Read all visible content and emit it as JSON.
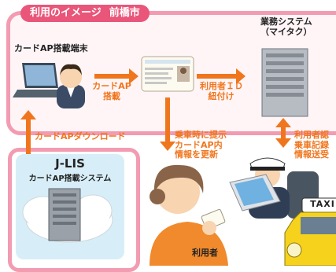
{
  "header": {
    "title": "利用のイメージ",
    "city": "前橋市"
  },
  "nodes": {
    "terminal": "カードAP搭載端末",
    "business_system": [
      "業務システム",
      "（マイタク）"
    ],
    "jlis_name": "J-LIS",
    "jlis_system": "カードAP搭載システム",
    "user": "利用者",
    "taxi_sign": "TAXI"
  },
  "edges": {
    "card_ap_install": [
      "カードAP",
      "搭載"
    ],
    "user_id_link": [
      "利用者ＩＤ",
      "紐付け"
    ],
    "card_ap_download": "カードAPダウンロード",
    "boarding_update": [
      "乗車時に提示",
      "カードAP内",
      "情報を更新"
    ],
    "taxi_send": [
      "利用者認",
      "乗車記録",
      "情報送受"
    ]
  },
  "colors": {
    "pink": "#e9567a",
    "light_pink": "#fbe3ea",
    "orange": "#f0761e",
    "light_blue": "#d7eef8",
    "taxi_yellow": "#f6d21c"
  }
}
